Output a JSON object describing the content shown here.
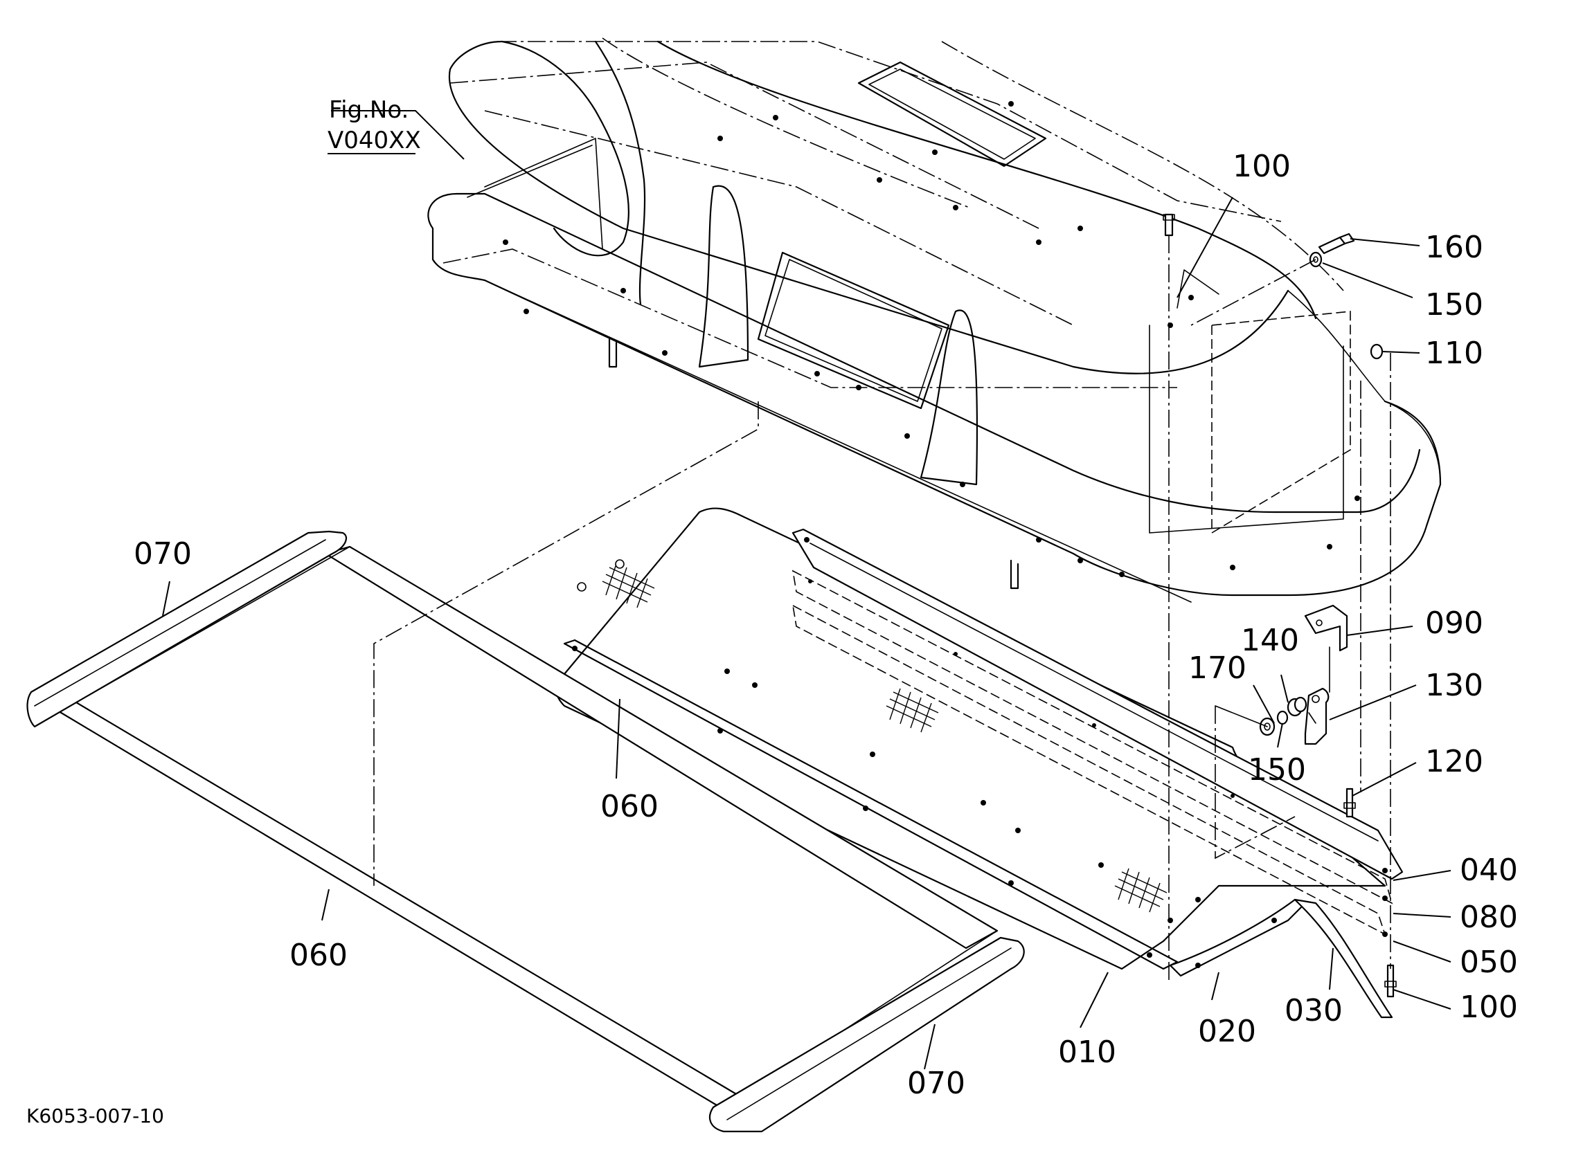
{
  "figure": {
    "fig_caption": "Fig.No.",
    "fig_number": "V040XX",
    "drawing_code": "K6053-007-10"
  },
  "part_labels": {
    "p010": "010",
    "p020": "020",
    "p030": "030",
    "p040": "040",
    "p050": "050",
    "p060_upper": "060",
    "p060_lower": "060",
    "p070_upper": "070",
    "p070_lower": "070",
    "p080": "080",
    "p090": "090",
    "p100_top": "100",
    "p100_bottom": "100",
    "p110": "110",
    "p120": "120",
    "p130": "130",
    "p140": "140",
    "p150_upper": "150",
    "p150_lower": "150",
    "p160": "160",
    "p170": "170"
  }
}
